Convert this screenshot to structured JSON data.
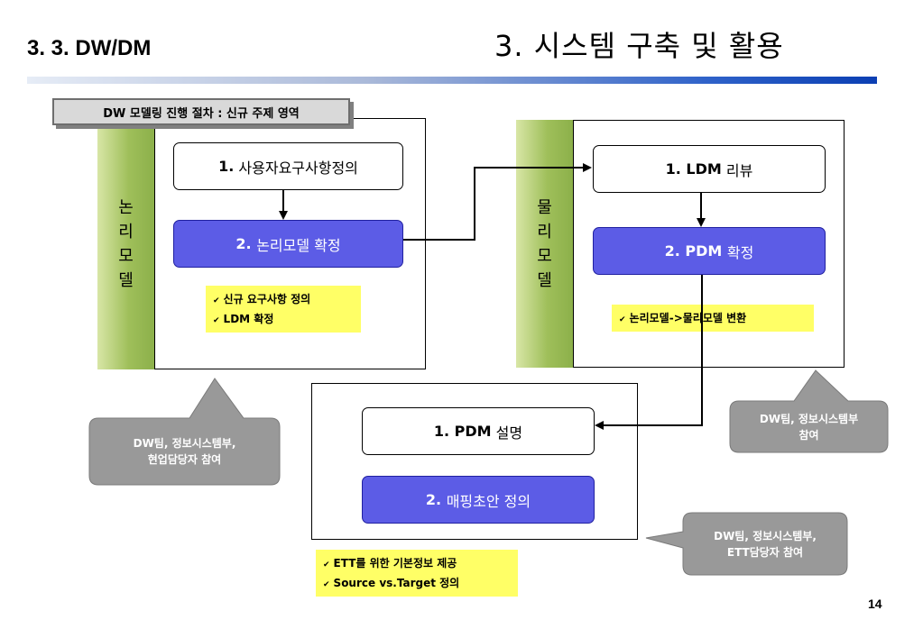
{
  "header": {
    "section_title": "3. 3. DW/DM",
    "main_title": "3. 시스템 구축 및 활용"
  },
  "tag_label": "DW 모델링 진행 절차 : 신규 주제 영역",
  "logical_panel": {
    "band_chars": [
      "논",
      "리",
      "모",
      "델"
    ],
    "step1_num": "1.",
    "step1_text": "사용자요구사항정의",
    "step2_num": "2.",
    "step2_text": "논리모델 확정",
    "notes": [
      "신규 요구사항 정의",
      "LDM 확정"
    ]
  },
  "physical_panel": {
    "band_chars": [
      "물",
      "리",
      "모",
      "델"
    ],
    "step1_num": "1. LDM",
    "step1_text": "리뷰",
    "step2_num": "2. PDM",
    "step2_text": "확정",
    "notes": [
      "논리모델->물리모델 변환"
    ]
  },
  "mapping_panel": {
    "step1_num": "1. PDM",
    "step1_text": "설명",
    "step2_num": "2.",
    "step2_text": "매핑초안 정의",
    "notes": [
      "ETT를 위한 기본정보 제공",
      "Source vs.Target 정의"
    ]
  },
  "callouts": {
    "left": [
      "DW팀, 정보시스템부,",
      "현업담당자 참여"
    ],
    "right_top": [
      "DW팀, 정보시스템부",
      "참여"
    ],
    "right_bottom": [
      "DW팀, 정보시스템부,",
      "ETT담당자 참여"
    ]
  },
  "page_number": "14",
  "colors": {
    "band_green": "#9fbf5a",
    "step_blue": "#5c5ce6",
    "note_yellow": "#ffff66",
    "callout_gray": "#999999",
    "title_bar_blue": "#0b3fb3"
  }
}
